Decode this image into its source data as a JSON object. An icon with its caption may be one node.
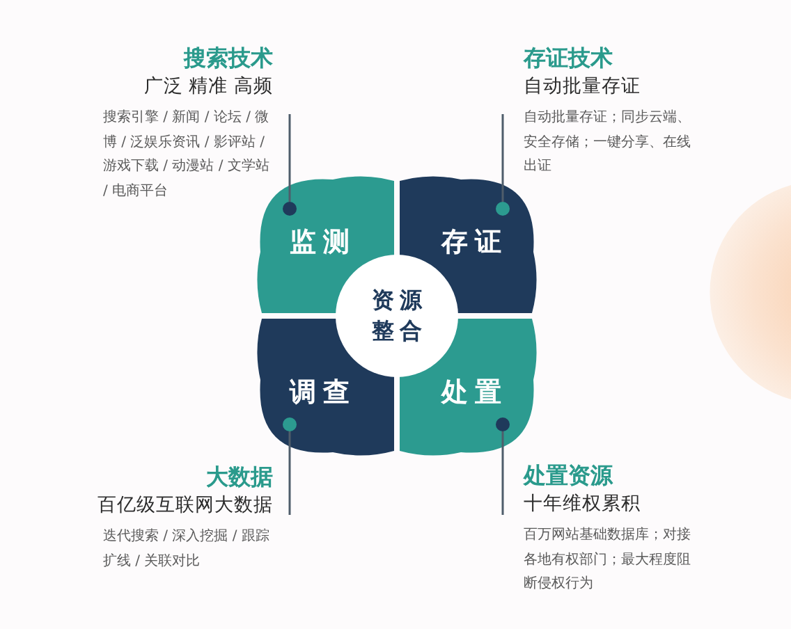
{
  "diagram": {
    "nodes": [
      {
        "text": [
          "搜索技术",
          "广泛 精准 高频",
          "搜索引擎 / 新闻 / 论坛 / 微博 / 泛娱乐资讯 / 影评站 / 游戏下载 / 动漫站 / 文学站 / 电商平台"
        ]
      },
      {
        "text": [
          "存证技术",
          "自动批量存证",
          "自动批量存证；同步云端、安全存储；一键分享、在线出证"
        ]
      },
      {
        "text": [
          "监测"
        ]
      },
      {
        "text": [
          "存证"
        ]
      },
      {
        "text": [
          "资源整合"
        ]
      },
      {
        "text": [
          "调查"
        ]
      },
      {
        "text": [
          "处置"
        ]
      },
      {
        "text": [],
        "shape": "circle",
        "in": 2
      },
      {
        "text": [],
        "shape": "circle",
        "in": 3
      },
      {
        "text": [],
        "shape": "circle",
        "in": 5
      },
      {
        "text": [],
        "shape": "circle",
        "in": 6
      },
      {
        "text": [
          "大数据",
          "百亿级互联网大数据",
          "迭代搜索 / 深入挖掘 / 跟踪扩线 / 关联对比"
        ]
      },
      {
        "text": [
          "处置资源",
          "十年维权累积",
          "百万网站基础数据库；对接各地有权部门；最大程度阻断侵权行为"
        ]
      }
    ],
    "edges": [
      {
        "from": 0,
        "to": 7,
        "arrow": "none"
      },
      {
        "from": 1,
        "to": 8,
        "arrow": "none"
      },
      {
        "from": 11,
        "to": 9,
        "arrow": "none"
      },
      {
        "from": 12,
        "to": 10,
        "arrow": "none"
      }
    ]
  }
}
